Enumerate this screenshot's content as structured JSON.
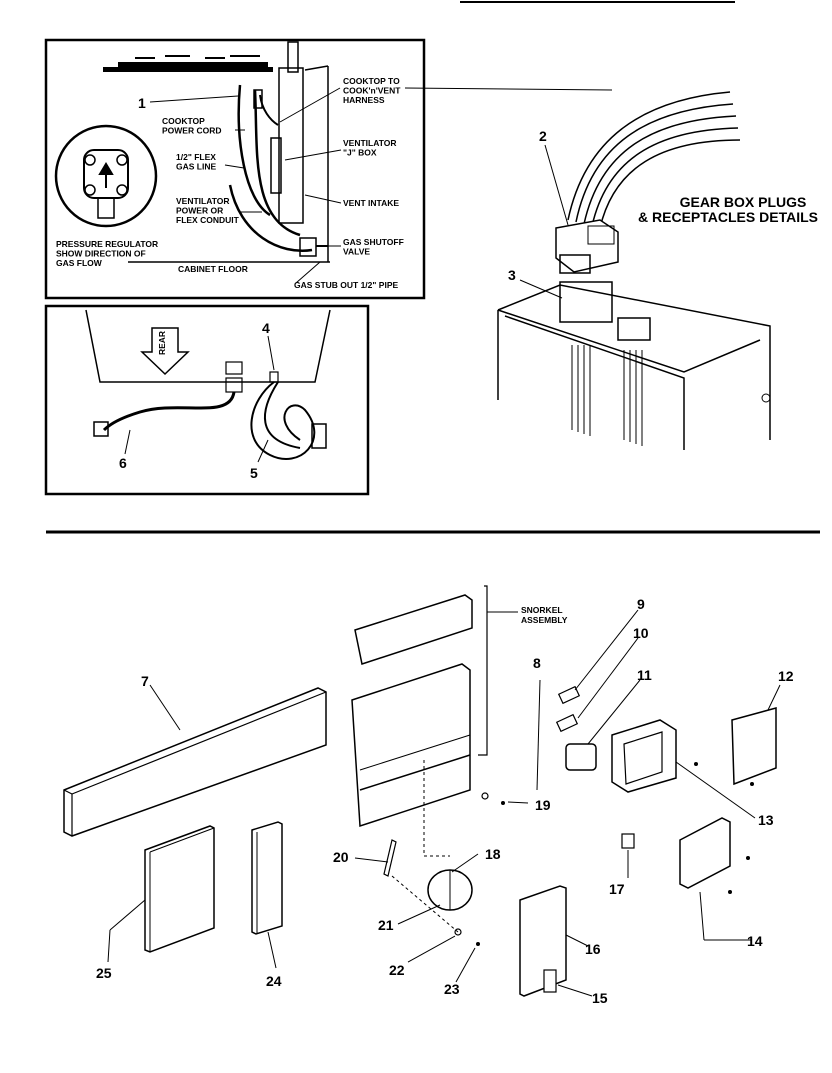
{
  "detail_box": {
    "item_1": "1",
    "cooktop_harness": [
      "COOKTOP TO",
      "COOK'n'VENT",
      "HARNESS"
    ],
    "cooktop_power_cord": [
      "COOKTOP",
      "POWER CORD"
    ],
    "flex_gas_line": [
      "1/2\" FLEX",
      "GAS LINE"
    ],
    "ventilator_j_box": [
      "VENTILATOR",
      "\"J\" BOX"
    ],
    "vent_intake": "VENT INTAKE",
    "ventilator_power": [
      "VENTILATOR",
      "POWER OR",
      "FLEX CONDUIT"
    ],
    "gas_shutoff": [
      "GAS SHUTOFF",
      "VALVE"
    ],
    "pressure_regulator": [
      "PRESSURE REGULATOR",
      "SHOW DIRECTION OF",
      "GAS FLOW"
    ],
    "cabinet_floor": "CABINET FLOOR",
    "gas_stub": "GAS STUB OUT 1/2\" PIPE"
  },
  "rear_box": {
    "rear": "REAR",
    "item_4": "4",
    "item_5": "5",
    "item_6": "6"
  },
  "gear_box": {
    "title_line1": "GEAR BOX PLUGS",
    "title_line2": "& RECEPTACLES DETAILS",
    "item_2": "2",
    "item_3": "3"
  },
  "lower": {
    "snorkel": [
      "SNORKEL",
      "ASSEMBLY"
    ],
    "items": [
      "7",
      "8",
      "9",
      "10",
      "11",
      "12",
      "13",
      "14",
      "15",
      "16",
      "17",
      "18",
      "19",
      "20",
      "21",
      "22",
      "23",
      "24",
      "25"
    ]
  }
}
